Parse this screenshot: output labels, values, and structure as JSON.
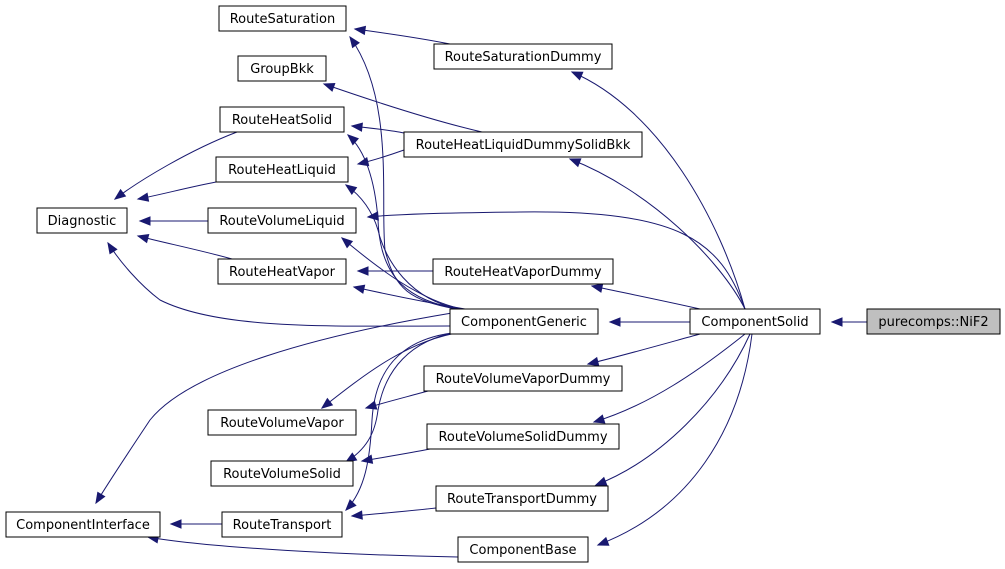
{
  "diagram": {
    "nodes": [
      {
        "id": "RouteSaturation",
        "label": "RouteSaturation"
      },
      {
        "id": "GroupBkk",
        "label": "GroupBkk"
      },
      {
        "id": "RouteHeatSolid",
        "label": "RouteHeatSolid"
      },
      {
        "id": "RouteHeatLiquid",
        "label": "RouteHeatLiquid"
      },
      {
        "id": "Diagnostic",
        "label": "Diagnostic"
      },
      {
        "id": "RouteVolumeLiquid",
        "label": "RouteVolumeLiquid"
      },
      {
        "id": "RouteHeatVapor",
        "label": "RouteHeatVapor"
      },
      {
        "id": "RouteVolumeVapor",
        "label": "RouteVolumeVapor"
      },
      {
        "id": "RouteVolumeSolid",
        "label": "RouteVolumeSolid"
      },
      {
        "id": "ComponentInterface",
        "label": "ComponentInterface"
      },
      {
        "id": "RouteTransport",
        "label": "RouteTransport"
      },
      {
        "id": "RouteSaturationDummy",
        "label": "RouteSaturationDummy"
      },
      {
        "id": "RouteHeatLiquidDummySolidBkk",
        "label": "RouteHeatLiquidDummySolidBkk"
      },
      {
        "id": "RouteHeatVaporDummy",
        "label": "RouteHeatVaporDummy"
      },
      {
        "id": "ComponentGeneric",
        "label": "ComponentGeneric"
      },
      {
        "id": "RouteVolumeVaporDummy",
        "label": "RouteVolumeVaporDummy"
      },
      {
        "id": "RouteVolumeSolidDummy",
        "label": "RouteVolumeSolidDummy"
      },
      {
        "id": "RouteTransportDummy",
        "label": "RouteTransportDummy"
      },
      {
        "id": "ComponentBase",
        "label": "ComponentBase"
      },
      {
        "id": "ComponentSolid",
        "label": "ComponentSolid"
      },
      {
        "id": "NiF2",
        "label": "purecomps::NiF2",
        "highlight": true
      }
    ],
    "edges": [
      {
        "from": "RouteHeatSolid",
        "to": "Diagnostic"
      },
      {
        "from": "RouteHeatLiquid",
        "to": "Diagnostic"
      },
      {
        "from": "RouteVolumeLiquid",
        "to": "Diagnostic"
      },
      {
        "from": "RouteHeatVapor",
        "to": "Diagnostic"
      },
      {
        "from": "ComponentGeneric",
        "to": "Diagnostic"
      },
      {
        "from": "RouteTransport",
        "to": "ComponentInterface"
      },
      {
        "from": "ComponentGeneric",
        "to": "ComponentInterface"
      },
      {
        "from": "ComponentBase",
        "to": "ComponentInterface"
      },
      {
        "from": "RouteSaturationDummy",
        "to": "RouteSaturation"
      },
      {
        "from": "ComponentGeneric",
        "to": "RouteSaturation"
      },
      {
        "from": "RouteHeatLiquidDummySolidBkk",
        "to": "GroupBkk"
      },
      {
        "from": "RouteHeatLiquidDummySolidBkk",
        "to": "RouteHeatSolid"
      },
      {
        "from": "RouteHeatLiquidDummySolidBkk",
        "to": "RouteHeatLiquid"
      },
      {
        "from": "ComponentGeneric",
        "to": "RouteHeatSolid"
      },
      {
        "from": "ComponentGeneric",
        "to": "RouteHeatLiquid"
      },
      {
        "from": "ComponentGeneric",
        "to": "RouteVolumeLiquid"
      },
      {
        "from": "ComponentSolid",
        "to": "RouteVolumeLiquid"
      },
      {
        "from": "RouteHeatVaporDummy",
        "to": "RouteHeatVapor"
      },
      {
        "from": "ComponentGeneric",
        "to": "RouteHeatVapor"
      },
      {
        "from": "RouteVolumeVaporDummy",
        "to": "RouteVolumeVapor"
      },
      {
        "from": "ComponentGeneric",
        "to": "RouteVolumeVapor"
      },
      {
        "from": "RouteVolumeSolidDummy",
        "to": "RouteVolumeSolid"
      },
      {
        "from": "ComponentGeneric",
        "to": "RouteVolumeSolid"
      },
      {
        "from": "RouteTransportDummy",
        "to": "RouteTransport"
      },
      {
        "from": "ComponentGeneric",
        "to": "RouteTransport"
      },
      {
        "from": "ComponentSolid",
        "to": "RouteSaturationDummy"
      },
      {
        "from": "ComponentSolid",
        "to": "RouteHeatLiquidDummySolidBkk"
      },
      {
        "from": "ComponentSolid",
        "to": "RouteHeatVaporDummy"
      },
      {
        "from": "ComponentSolid",
        "to": "ComponentGeneric"
      },
      {
        "from": "ComponentSolid",
        "to": "RouteVolumeVaporDummy"
      },
      {
        "from": "ComponentSolid",
        "to": "RouteVolumeSolidDummy"
      },
      {
        "from": "ComponentSolid",
        "to": "RouteTransportDummy"
      },
      {
        "from": "ComponentSolid",
        "to": "ComponentBase"
      },
      {
        "from": "NiF2",
        "to": "ComponentSolid"
      }
    ]
  }
}
